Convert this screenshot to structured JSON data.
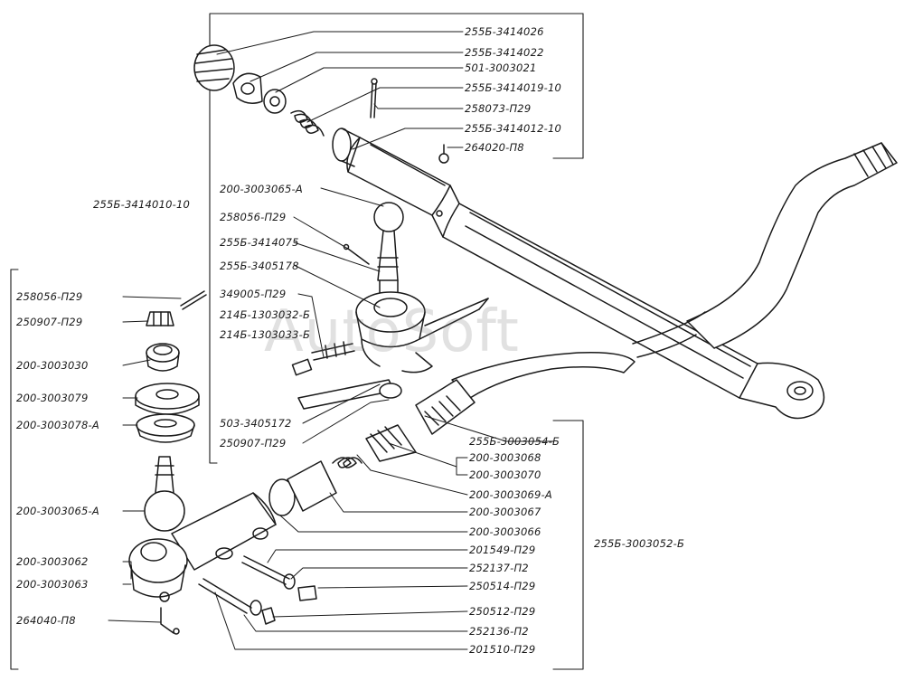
{
  "watermark": "AutoSoft",
  "labels": [
    {
      "id": "lbl-01",
      "text": "255Б-3414026"
    },
    {
      "id": "lbl-02",
      "text": "255Б-3414022"
    },
    {
      "id": "lbl-03",
      "text": "501-3003021"
    },
    {
      "id": "lbl-04",
      "text": "255Б-3414019-10"
    },
    {
      "id": "lbl-05",
      "text": "258073-П29"
    },
    {
      "id": "lbl-06",
      "text": "255Б-3414012-10"
    },
    {
      "id": "lbl-07",
      "text": "264020-П8"
    },
    {
      "id": "lbl-08",
      "text": "255Б-3414010-10"
    },
    {
      "id": "lbl-09",
      "text": "200-3003065-А"
    },
    {
      "id": "lbl-10",
      "text": "258056-П29"
    },
    {
      "id": "lbl-11",
      "text": "255Б-3414075"
    },
    {
      "id": "lbl-12",
      "text": "255Б-3405178"
    },
    {
      "id": "lbl-13",
      "text": "349005-П29"
    },
    {
      "id": "lbl-14",
      "text": "214Б-1303032-Б"
    },
    {
      "id": "lbl-15",
      "text": "214Б-1303033-Б"
    },
    {
      "id": "lbl-16",
      "text": "258056-П29"
    },
    {
      "id": "lbl-17",
      "text": "250907-П29"
    },
    {
      "id": "lbl-18",
      "text": "200-3003030"
    },
    {
      "id": "lbl-19",
      "text": "200-3003079"
    },
    {
      "id": "lbl-20",
      "text": "200-3003078-А"
    },
    {
      "id": "lbl-21",
      "text": "503-3405172"
    },
    {
      "id": "lbl-22",
      "text": "250907-П29"
    },
    {
      "id": "lbl-23",
      "text": "255Б-3003054-Б"
    },
    {
      "id": "lbl-24",
      "text": "200-3003068"
    },
    {
      "id": "lbl-25",
      "text": "200-3003070"
    },
    {
      "id": "lbl-26",
      "text": "200-3003069-А"
    },
    {
      "id": "lbl-27",
      "text": "200-3003065-А"
    },
    {
      "id": "lbl-28",
      "text": "200-3003067"
    },
    {
      "id": "lbl-29",
      "text": "200-3003066"
    },
    {
      "id": "lbl-30",
      "text": "255Б-3003052-Б"
    },
    {
      "id": "lbl-31",
      "text": "201549-П29"
    },
    {
      "id": "lbl-32",
      "text": "200-3003062"
    },
    {
      "id": "lbl-33",
      "text": "252137-П2"
    },
    {
      "id": "lbl-34",
      "text": "200-3003063"
    },
    {
      "id": "lbl-35",
      "text": "250514-П29"
    },
    {
      "id": "lbl-36",
      "text": "250512-П29"
    },
    {
      "id": "lbl-37",
      "text": "264040-П8"
    },
    {
      "id": "lbl-38",
      "text": "252136-П2"
    },
    {
      "id": "lbl-39",
      "text": "201510-П29"
    }
  ]
}
